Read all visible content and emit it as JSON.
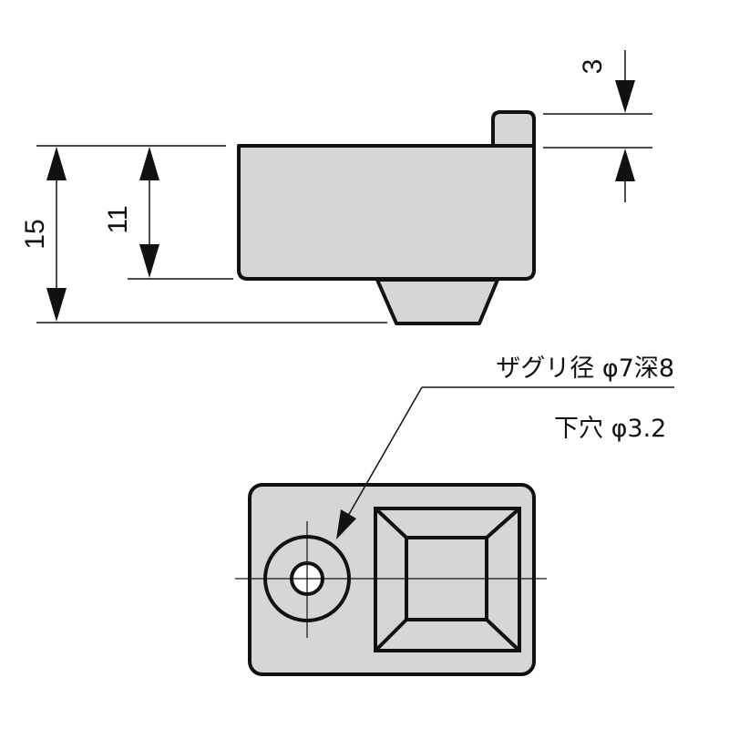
{
  "dimensions": {
    "overall_height": "15",
    "body_height": "11",
    "tab_height": "3"
  },
  "callout": {
    "counterbore": "ザグリ径 φ7深8",
    "pilot_hole": "下穴 φ3.2"
  },
  "colors": {
    "part_fill": "#d6d6d6",
    "outline": "#111111",
    "background": "#ffffff"
  }
}
